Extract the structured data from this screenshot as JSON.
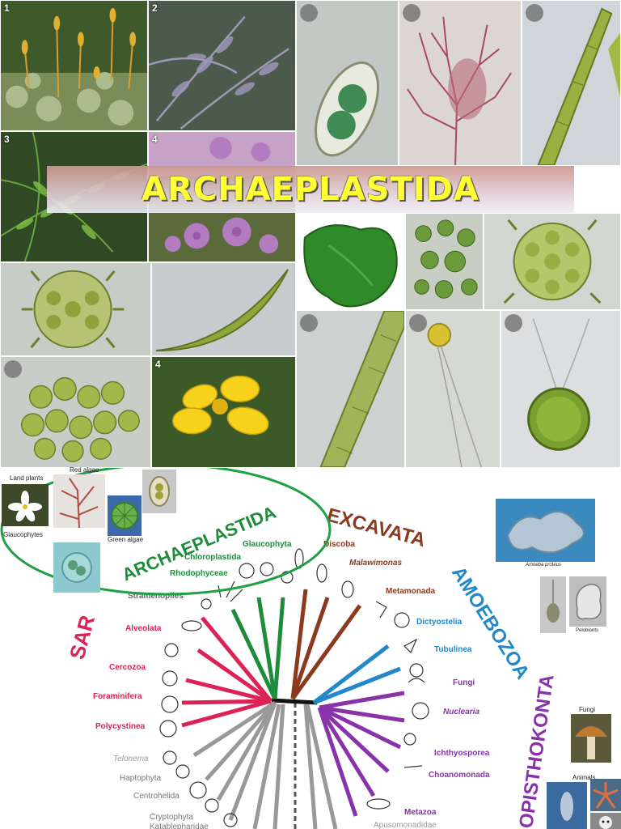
{
  "banner": {
    "title": "ARCHAEPLASTIDA"
  },
  "photos": {
    "tiles": [
      {
        "number": "1",
        "subject": "moss"
      },
      {
        "number": "2",
        "subject": "fern-frond"
      },
      {
        "number": "",
        "subject": "glaucophyte-cell"
      },
      {
        "number": "",
        "subject": "red-alga"
      },
      {
        "number": "",
        "subject": "green-filament"
      },
      {
        "number": "3",
        "subject": "fern"
      },
      {
        "number": "4",
        "subject": "pink-flowers"
      },
      {
        "number": "",
        "subject": "sea-lettuce"
      },
      {
        "number": "",
        "subject": "green-spheres"
      },
      {
        "number": "",
        "subject": "pediastrum"
      },
      {
        "number": "",
        "subject": "pediastrum"
      },
      {
        "number": "",
        "subject": "closterium"
      },
      {
        "number": "",
        "subject": "filament-closeup"
      },
      {
        "number": "",
        "subject": "flagellate"
      },
      {
        "number": "",
        "subject": "chlamydomonas"
      },
      {
        "number": "",
        "subject": "green-colony"
      },
      {
        "number": "4",
        "subject": "yellow-flower"
      }
    ]
  },
  "tree": {
    "supergroups": {
      "archaeplastida": "ARCHAEPLASTIDA",
      "excavata": "EXCAVATA",
      "amoebozoa": "AMOEBOZOA",
      "sar": "SAR",
      "opisthokonta": "OPISTHOKONTA"
    },
    "archaeplastida_groups": [
      "Glaucophyta",
      "Chloroplastida",
      "Rhodophyceae"
    ],
    "excavata_groups": [
      "Discoba",
      "Malawimonas",
      "Metamonada"
    ],
    "amoebozoa_groups": [
      "Dictyostelia",
      "Tubulinea"
    ],
    "opisthokonta_groups": [
      "Fungi",
      "Nuclearia",
      "Ichthyosporea",
      "Choanomonada",
      "Metazoa",
      "Apusomonadidae"
    ],
    "sar_groups": [
      "Stramenopiles",
      "Alveolata",
      "Cercozoa",
      "Foraminifera",
      "Polycystinea"
    ],
    "other_groups": [
      "Telonema",
      "Haptophyta",
      "Centrohelida",
      "Cryptophyta",
      "Katablepharidae"
    ],
    "inset_labels": {
      "land_plants": "Land plants",
      "red_algae": "Red algae",
      "glaucophytes": "Glaucophytes",
      "green_algae": "Green algae",
      "amoeba": "Amoeba proteus",
      "pelobionts": "Pelobionts",
      "fungi": "Fungi",
      "animals": "Animals"
    },
    "colors": {
      "archaeplastida": "#1e8c3a",
      "excavata": "#8b3a1e",
      "amoebozoa": "#2288cc",
      "sar": "#dd2255",
      "opisthokonta": "#8833aa",
      "other": "#999999"
    }
  }
}
